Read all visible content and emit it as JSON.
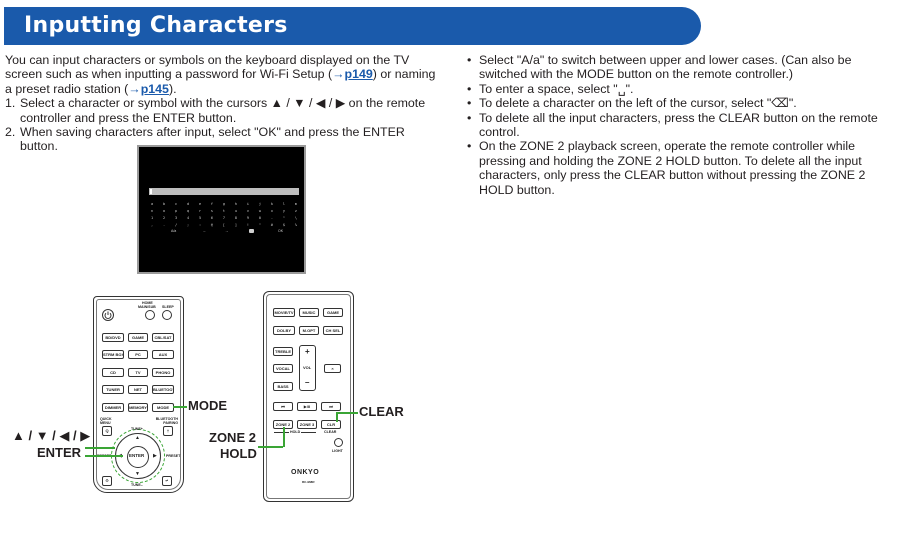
{
  "header": {
    "title": "Inputting Characters"
  },
  "intro": {
    "text_before_link1": "You can input characters or symbols on the keyboard displayed on the TV screen such as when inputting a password for Wi-Fi Setup (",
    "arrow1": "→",
    "link1": "p149",
    "text_between": ") or naming a preset radio station (",
    "arrow2": "→",
    "link2": "p145",
    "text_after": ")."
  },
  "steps": [
    {
      "num": "1.",
      "text": "Select a character or symbol with the cursors ▲ / ▼ / ◀ / ▶ on the remote controller and press the ENTER button."
    },
    {
      "num": "2.",
      "text": "When saving characters after input, select \"OK\" and press the ENTER button."
    }
  ],
  "notes": [
    {
      "bullet": "•",
      "text": "Select \"A/a\" to switch between upper and lower cases. (Can also be switched with the MODE button on the remote controller.)"
    },
    {
      "bullet": "•",
      "text": "To enter a space, select \"␣\"."
    },
    {
      "bullet": "•",
      "text": "To delete a character on the left of the cursor, select \"⌫\"."
    },
    {
      "bullet": "•",
      "text": "To delete all the input characters, press the CLEAR button on the remote control."
    },
    {
      "bullet": "•",
      "text": "On the ZONE 2 playback screen, operate the remote controller while pressing and holding the ZONE 2 HOLD button. To delete all the input characters, only press the CLEAR button without pressing the ZONE 2 HOLD button."
    }
  ],
  "tv_screen": {
    "rows": [
      [
        "a",
        "b",
        "c",
        "d",
        "e",
        "f",
        "g",
        "h",
        "i",
        "j",
        "k",
        "l",
        "m"
      ],
      [
        "n",
        "o",
        "p",
        "q",
        "r",
        "s",
        "t",
        "u",
        "v",
        "w",
        "x",
        "y",
        "z"
      ],
      [
        "1",
        "2",
        "3",
        "4",
        "5",
        "6",
        "7",
        "8",
        "9",
        "0",
        "-",
        "^",
        "\\"
      ],
      [
        ",",
        ".",
        "/",
        ";",
        ":",
        "@",
        "[",
        "]",
        "!",
        "\"",
        "#",
        "$",
        "%"
      ]
    ],
    "bottom": {
      "case": "A/a",
      "left": "←",
      "right": "→",
      "space": "␣",
      "ok": "OK"
    }
  },
  "remote1": {
    "home": "HOME",
    "main_sub": "MAIN/SUB",
    "sleep": "SLEEP",
    "r1": [
      "BD/DVD",
      "GAME",
      "CBL/SAT"
    ],
    "r2": [
      "STRM BOX",
      "PC",
      "AUX"
    ],
    "r3": [
      "CD",
      "TV",
      "PHONO"
    ],
    "r4": [
      "TUNER",
      "NET",
      "BLUETOOTH"
    ],
    "r5": [
      "DIMMER",
      "MEMORY",
      "MODE"
    ],
    "quick_menu": "QUICK MENU",
    "bt_pairing": "BLUETOOTH PAIRING",
    "tune_up": "TUNE+",
    "tune_down": "TUNE–",
    "preset_l": "PRESET",
    "preset_r": "PRESET",
    "enter": "ENTER"
  },
  "remote2": {
    "r1": [
      "MOVIE/TV",
      "MUSIC",
      "GAME"
    ],
    "r2": [
      "DOLBY",
      "M.OPT",
      "CH SEL"
    ],
    "treble": "TREBLE",
    "vocal": "VOCAL",
    "bass": "BASS",
    "vol": "VOL",
    "plus": "+",
    "minus": "–",
    "mute": "×",
    "r3": [
      "⏮",
      "▶/II",
      "⏭"
    ],
    "r4": [
      "ZONE 2",
      "ZONE 3",
      "CLR"
    ],
    "hold": "HOLD",
    "clear": "CLEAR",
    "light": "LIGHT",
    "brand": "ONKYO",
    "model": "RC-968R"
  },
  "callouts": {
    "mode": "MODE",
    "cursors": "▲ / ▼ / ◀ / ▶",
    "enter": "ENTER",
    "zone2": "ZONE 2",
    "hold": "HOLD",
    "clear": "CLEAR"
  },
  "colors": {
    "header_bg": "#1a5aab",
    "link": "#1a5aab",
    "callout_line": "#3aa535"
  }
}
